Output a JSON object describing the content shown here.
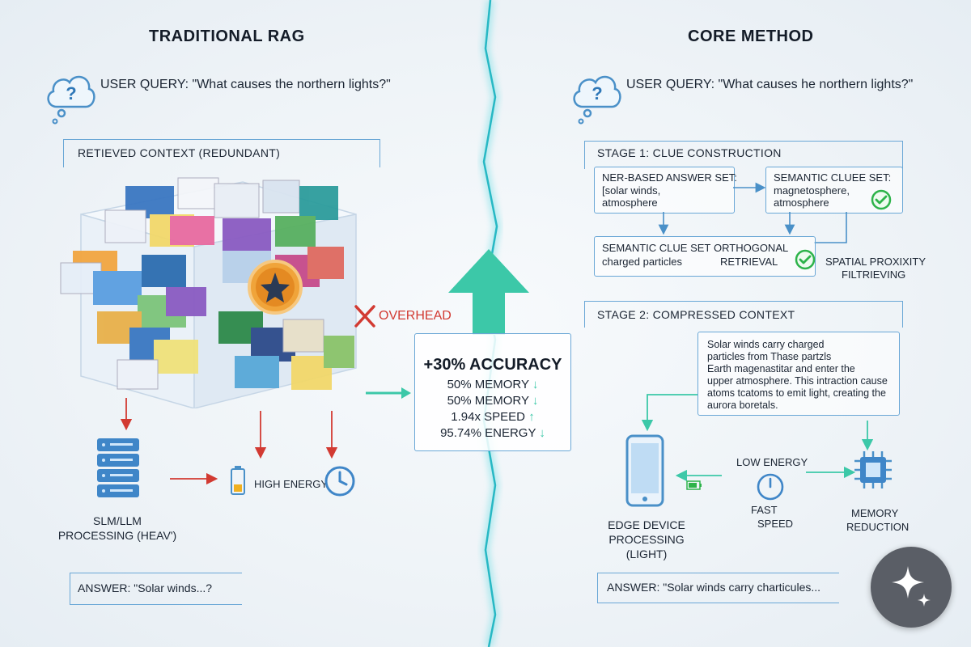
{
  "left": {
    "title": "TRADITIONAL RAG",
    "query": "USER QUERY: \"What causes the northern lights?\"",
    "context_label": "RETIEVED CONTEXT (REDUNDANT)",
    "overhead_label": "OVERHEAD",
    "processing_label_1": "SLM/LLM",
    "processing_label_2": "PROCESSING (HEAV')",
    "energy_label": "HIGH ENERGY",
    "answer": "ANSWER: \"Solar winds...?"
  },
  "center": {
    "accuracy": "+30% ACCURACY",
    "stat_1": "50% MEMORY",
    "stat_2": "50% MEMORY",
    "stat_3": "1.94x SPEED",
    "stat_4": "95.74% ENERGY",
    "arrow_down": "↓",
    "arrow_up": "↑"
  },
  "right": {
    "title": "CORE METHOD",
    "query": "USER QUERY: \"What causes he northern lights?\"",
    "stage1_label": "STAGE 1: CLUE CONSTRUCTION",
    "ner_title": "NER-BASED ANSWER SET:",
    "ner_line1": "[solar winds,",
    "ner_line2": "atmosphere",
    "sem_title": "SEMANTIC CLUEE SET:",
    "sem_line1": "magnetosphere,",
    "sem_line2": "atmosphere",
    "clue_title": "SEMANTIC CLUE SET",
    "clue_line": "charged particles",
    "ortho_line1": "ORTHOGONAL",
    "ortho_line2": "RETRIEVAL",
    "spatial_line1": "SPATIAL PROXIXITY",
    "spatial_line2": "FILTRIEVING",
    "stage2_label": "STAGE 2: COMPRESSED CONTEXT",
    "compressed": [
      "Solar winds carry charged",
      "particles from Thase partzls",
      "Earth magenastitar and enter the",
      "upper atmosphere. This intraction cause",
      "atoms tcatoms to emit light, creating the",
      "aurora boretals."
    ],
    "low_energy": "LOW ENERGY",
    "fast": "FAST",
    "speed": "SPEED",
    "edge_1": "EDGE DEVICE",
    "edge_2": "PROCESSING",
    "edge_3": "(LIGHT)",
    "mem_1": "MEMORY",
    "mem_2": "REDUCTION",
    "answer": "ANSWER: \"Solar winds carry charticules..."
  },
  "colors": {
    "accent_blue": "#4a90c8",
    "teal": "#3cc8a8",
    "red": "#d23a32",
    "green": "#2db34a"
  },
  "icons": {
    "query": "question-cloud-icon",
    "overhead": "x-mark-icon",
    "server": "server-stack-icon",
    "battery": "battery-low-icon",
    "clock": "clock-icon",
    "check": "check-circle-icon",
    "phone": "smartphone-icon",
    "chip": "cpu-chip-icon",
    "sparkle": "sparkle-icon"
  }
}
